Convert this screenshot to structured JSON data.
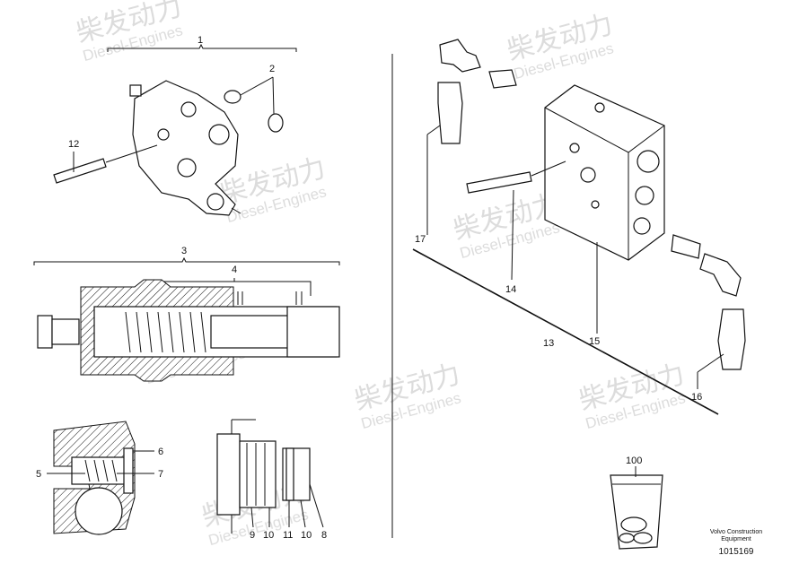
{
  "watermark": {
    "cn_text": "柴发动力",
    "en_text": "Diesel-Engines"
  },
  "callouts": {
    "c1": "1",
    "c2": "2",
    "c3": "3",
    "c4": "4",
    "c5": "5",
    "c6": "6",
    "c7": "7",
    "c8": "8",
    "c9": "9",
    "c10a": "10",
    "c10b": "10",
    "c11": "11",
    "c12": "12",
    "c13": "13",
    "c14": "14",
    "c15": "15",
    "c16": "16",
    "c17": "17",
    "c100": "100"
  },
  "caption": {
    "line1": "Volvo Construction",
    "line2": "Equipment",
    "drawing_number": "1015169"
  }
}
